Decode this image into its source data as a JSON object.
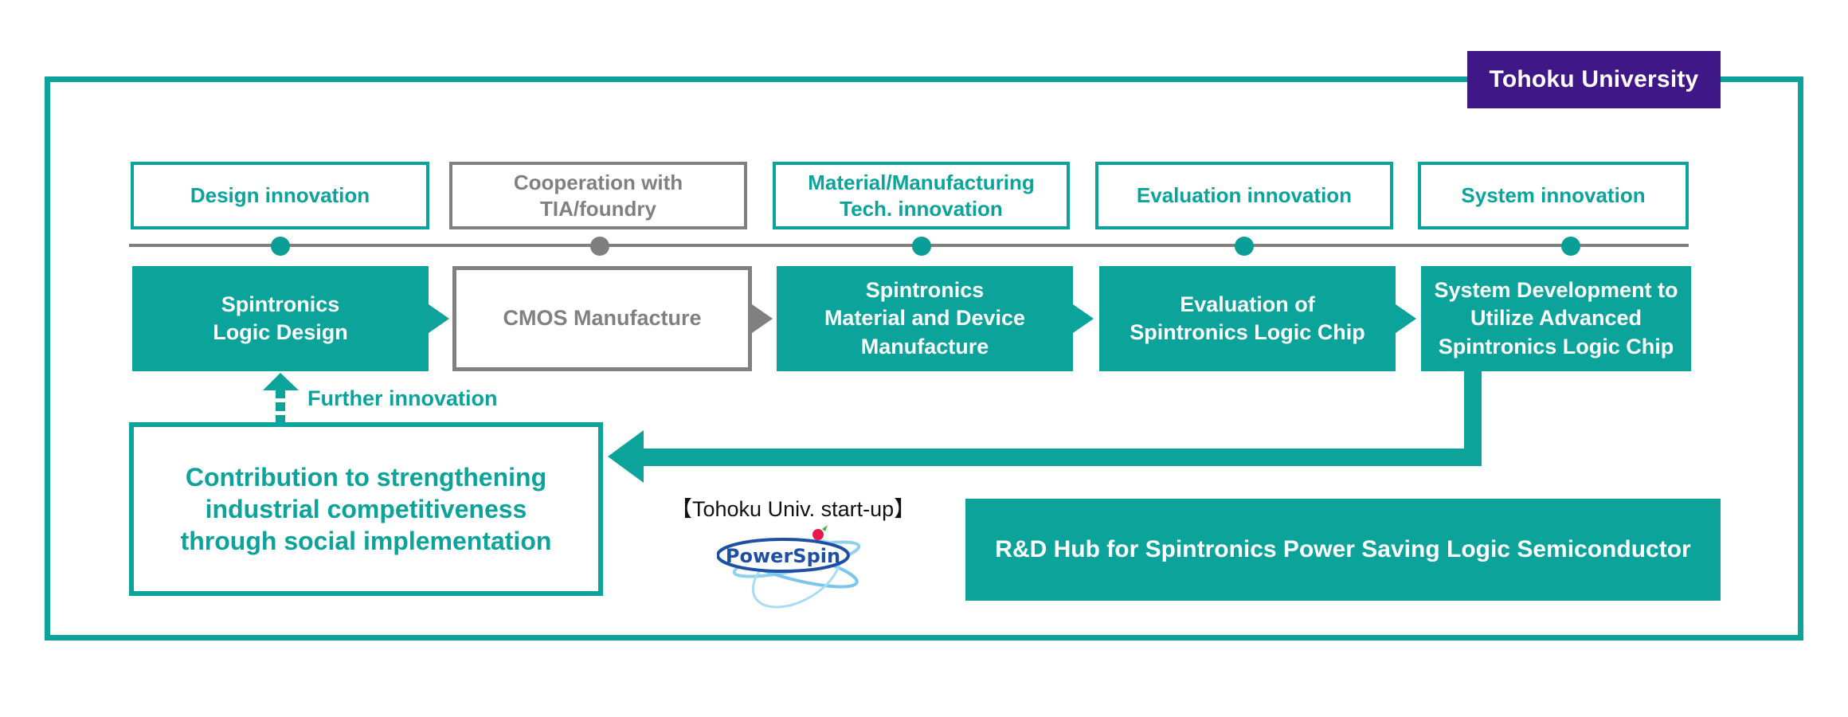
{
  "organization_label": "Tohoku University",
  "categories": [
    {
      "label": "Design innovation",
      "style": "teal"
    },
    {
      "label": "Cooperation with\nTIA/foundry",
      "style": "gray"
    },
    {
      "label": "Material/Manufacturing\nTech. innovation",
      "style": "teal"
    },
    {
      "label": "Evaluation innovation",
      "style": "teal"
    },
    {
      "label": "System innovation",
      "style": "teal"
    }
  ],
  "steps": [
    {
      "label": "Spintronics\nLogic Design",
      "style": "teal"
    },
    {
      "label": "CMOS Manufacture",
      "style": "gray"
    },
    {
      "label": "Spintronics\nMaterial and Device\nManufacture",
      "style": "teal"
    },
    {
      "label": "Evaluation of\nSpintronics Logic Chip",
      "style": "teal"
    },
    {
      "label": "System Development to\nUtilize  Advanced\nSpintronics Logic Chip",
      "style": "teal"
    }
  ],
  "feedback": {
    "further_innovation_label": "Further innovation",
    "contribution_label": "Contribution to strengthening\nindustrial competitiveness\nthrough social implementation"
  },
  "startup": {
    "label": "【Tohoku Univ. start-up】",
    "logo_text": "PowerSpin",
    "logo_icon": "powerspin-logo"
  },
  "hub_label": "R&D Hub for Spintronics Power Saving Logic Semiconductor",
  "colors": {
    "teal": "#0ba39a",
    "purple": "#3f1787",
    "gray": "#808080",
    "logo_blue": "#1d4fa3"
  }
}
